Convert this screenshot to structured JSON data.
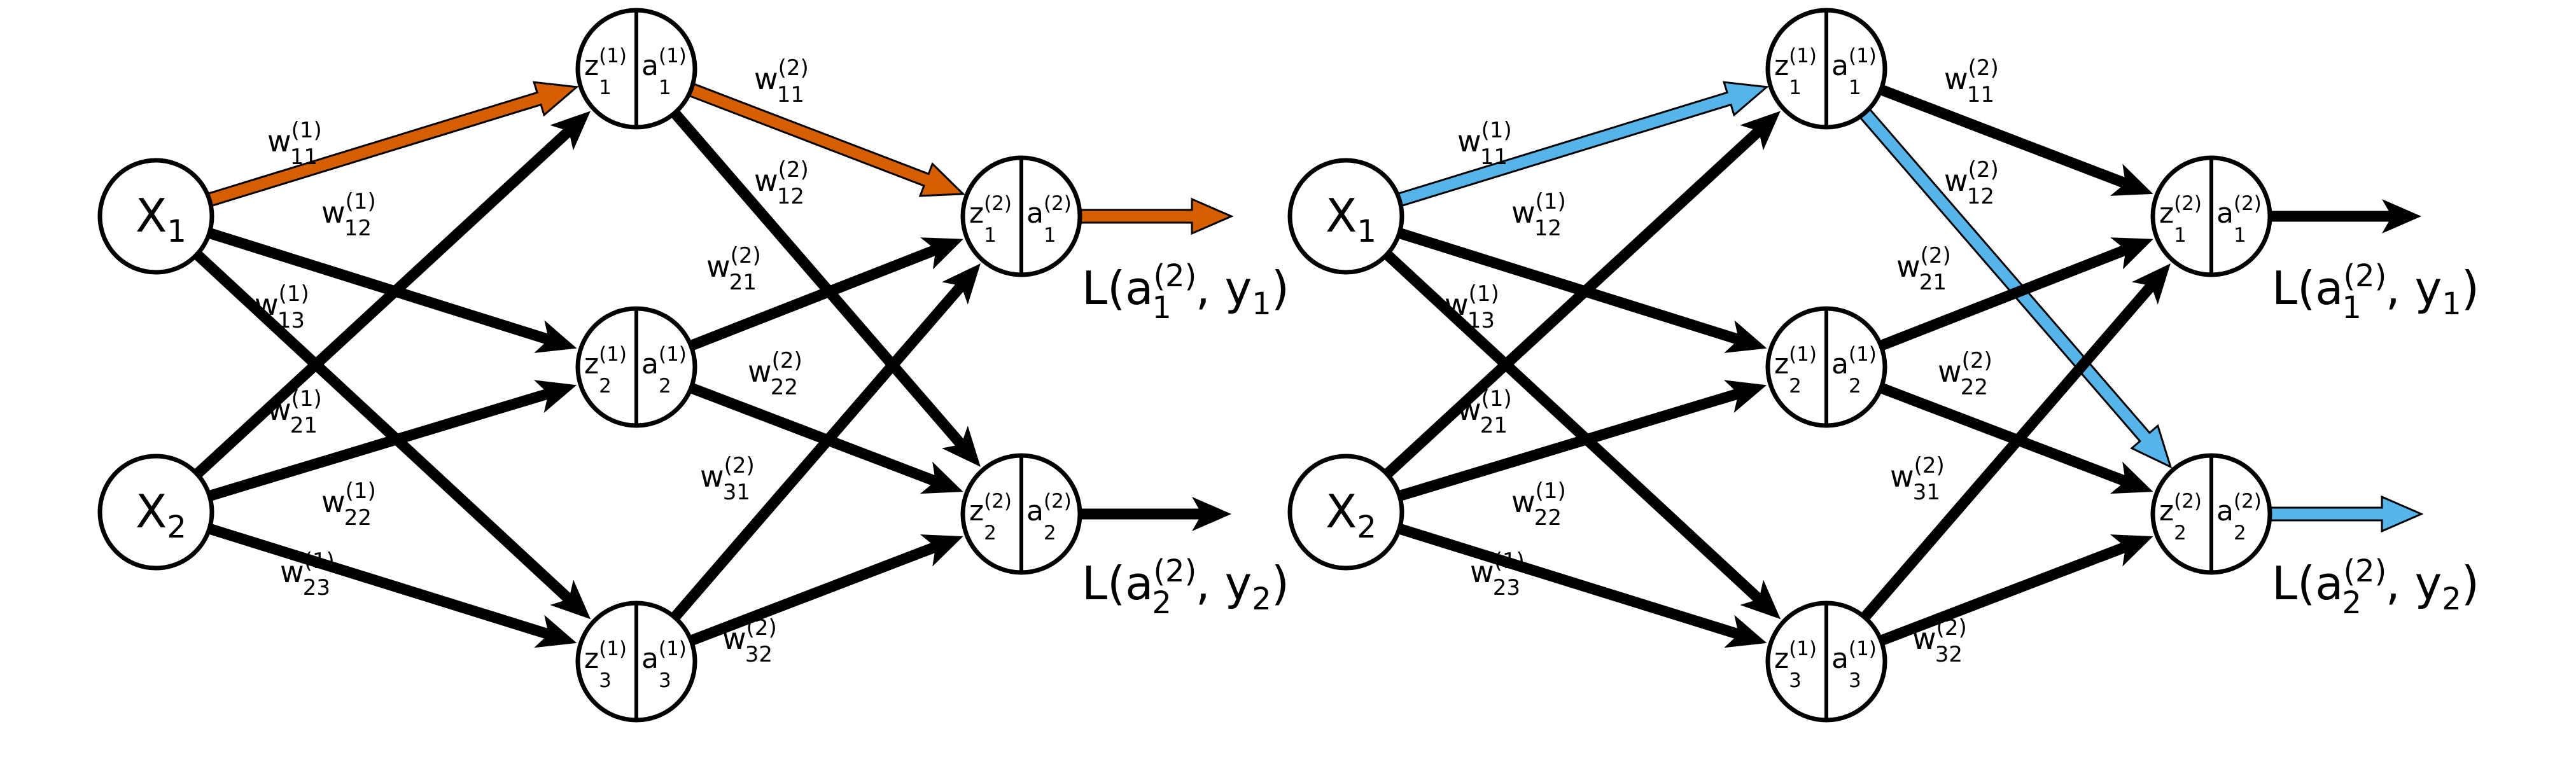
{
  "colors": {
    "default": "#000000",
    "left_highlight": "#D55E00",
    "right_highlight": "#56B4E9"
  },
  "diagrams": [
    {
      "id": "left",
      "inputs": [
        {
          "id": "x1",
          "base": "X",
          "sub": "1"
        },
        {
          "id": "x2",
          "base": "X",
          "sub": "2"
        }
      ],
      "hidden": [
        {
          "id": "h1",
          "z": {
            "base": "z",
            "sup": "(1)",
            "sub": "1"
          },
          "a": {
            "base": "a",
            "sup": "(1)",
            "sub": "1"
          }
        },
        {
          "id": "h2",
          "z": {
            "base": "z",
            "sup": "(1)",
            "sub": "2"
          },
          "a": {
            "base": "a",
            "sup": "(1)",
            "sub": "2"
          }
        },
        {
          "id": "h3",
          "z": {
            "base": "z",
            "sup": "(1)",
            "sub": "3"
          },
          "a": {
            "base": "a",
            "sup": "(1)",
            "sub": "3"
          }
        }
      ],
      "outputs": [
        {
          "id": "o1",
          "z": {
            "base": "z",
            "sup": "(2)",
            "sub": "1"
          },
          "a": {
            "base": "a",
            "sup": "(2)",
            "sub": "1"
          }
        },
        {
          "id": "o2",
          "z": {
            "base": "z",
            "sup": "(2)",
            "sub": "2"
          },
          "a": {
            "base": "a",
            "sup": "(2)",
            "sub": "2"
          }
        }
      ],
      "losses": [
        {
          "id": "l1",
          "prefix": "L(a",
          "sup": "(2)",
          "sub": "1",
          "middle": ", y",
          "sub2": "1",
          "suffix": ")"
        },
        {
          "id": "l2",
          "prefix": "L(a",
          "sup": "(2)",
          "sub": "2",
          "middle": ", y",
          "sub2": "2",
          "suffix": ")"
        }
      ],
      "weights": [
        {
          "id": "w11_1",
          "sup": "(1)",
          "sub": "11"
        },
        {
          "id": "w12_1",
          "sup": "(1)",
          "sub": "12"
        },
        {
          "id": "w13_1",
          "sup": "(1)",
          "sub": "13"
        },
        {
          "id": "w21_1",
          "sup": "(1)",
          "sub": "21"
        },
        {
          "id": "w22_1",
          "sup": "(1)",
          "sub": "22"
        },
        {
          "id": "w23_1",
          "sup": "(1)",
          "sub": "23"
        },
        {
          "id": "w11_2",
          "sup": "(2)",
          "sub": "11"
        },
        {
          "id": "w12_2",
          "sup": "(2)",
          "sub": "12"
        },
        {
          "id": "w21_2",
          "sup": "(2)",
          "sub": "21"
        },
        {
          "id": "w22_2",
          "sup": "(2)",
          "sub": "22"
        },
        {
          "id": "w31_2",
          "sup": "(2)",
          "sub": "31"
        },
        {
          "id": "w32_2",
          "sup": "(2)",
          "sub": "32"
        }
      ],
      "highlighted_path": [
        "x1-h1",
        "h1-o1",
        "o1-out"
      ]
    },
    {
      "id": "right",
      "inputs": [
        {
          "id": "x1",
          "base": "X",
          "sub": "1"
        },
        {
          "id": "x2",
          "base": "X",
          "sub": "2"
        }
      ],
      "hidden": [
        {
          "id": "h1",
          "z": {
            "base": "z",
            "sup": "(1)",
            "sub": "1"
          },
          "a": {
            "base": "a",
            "sup": "(1)",
            "sub": "1"
          }
        },
        {
          "id": "h2",
          "z": {
            "base": "z",
            "sup": "(1)",
            "sub": "2"
          },
          "a": {
            "base": "a",
            "sup": "(1)",
            "sub": "2"
          }
        },
        {
          "id": "h3",
          "z": {
            "base": "z",
            "sup": "(1)",
            "sub": "3"
          },
          "a": {
            "base": "a",
            "sup": "(1)",
            "sub": "3"
          }
        }
      ],
      "outputs": [
        {
          "id": "o1",
          "z": {
            "base": "z",
            "sup": "(2)",
            "sub": "1"
          },
          "a": {
            "base": "a",
            "sup": "(2)",
            "sub": "1"
          }
        },
        {
          "id": "o2",
          "z": {
            "base": "z",
            "sup": "(2)",
            "sub": "2"
          },
          "a": {
            "base": "a",
            "sup": "(2)",
            "sub": "2"
          }
        }
      ],
      "losses": [
        {
          "id": "l1",
          "prefix": "L(a",
          "sup": "(2)",
          "sub": "1",
          "middle": ", y",
          "sub2": "1",
          "suffix": ")"
        },
        {
          "id": "l2",
          "prefix": "L(a",
          "sup": "(2)",
          "sub": "2",
          "middle": ", y",
          "sub2": "2",
          "suffix": ")"
        }
      ],
      "weights": [
        {
          "id": "w11_1",
          "sup": "(1)",
          "sub": "11"
        },
        {
          "id": "w12_1",
          "sup": "(1)",
          "sub": "12"
        },
        {
          "id": "w13_1",
          "sup": "(1)",
          "sub": "13"
        },
        {
          "id": "w21_1",
          "sup": "(1)",
          "sub": "21"
        },
        {
          "id": "w22_1",
          "sup": "(1)",
          "sub": "22"
        },
        {
          "id": "w23_1",
          "sup": "(1)",
          "sub": "23"
        },
        {
          "id": "w11_2",
          "sup": "(2)",
          "sub": "11"
        },
        {
          "id": "w12_2",
          "sup": "(2)",
          "sub": "12"
        },
        {
          "id": "w21_2",
          "sup": "(2)",
          "sub": "21"
        },
        {
          "id": "w22_2",
          "sup": "(2)",
          "sub": "22"
        },
        {
          "id": "w31_2",
          "sup": "(2)",
          "sub": "31"
        },
        {
          "id": "w32_2",
          "sup": "(2)",
          "sub": "32"
        }
      ],
      "highlighted_path": [
        "x1-h1",
        "h1-o2",
        "o2-out"
      ]
    }
  ]
}
